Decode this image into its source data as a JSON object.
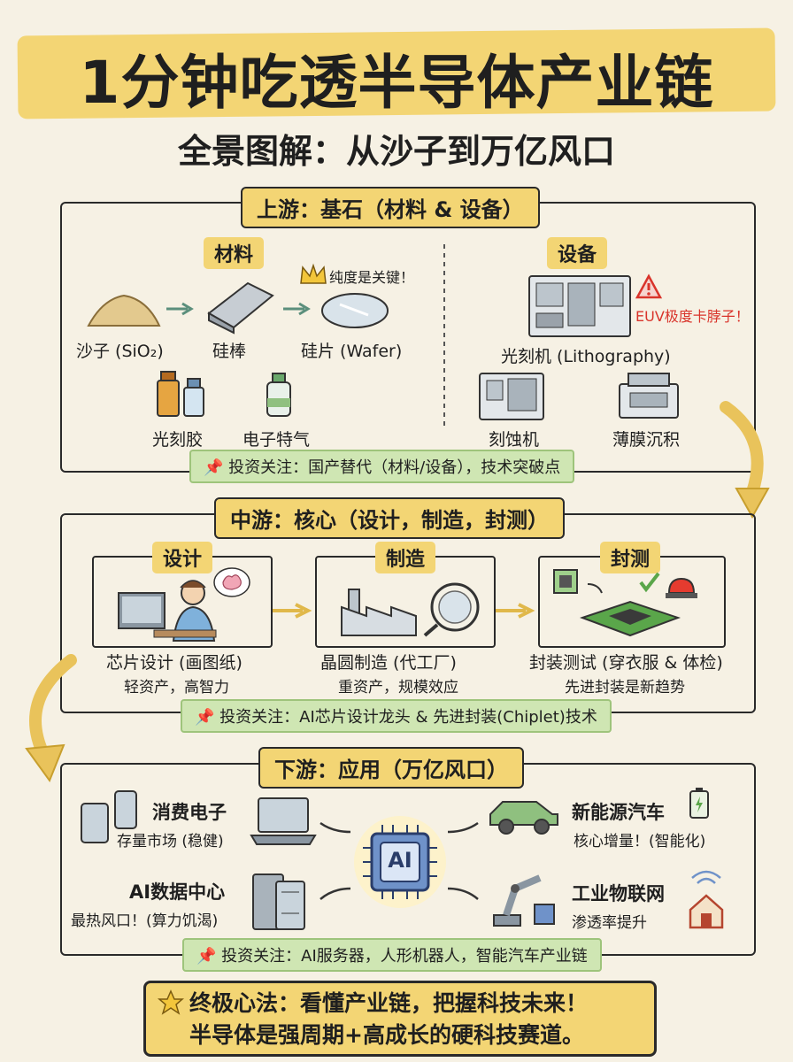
{
  "header": {
    "title": "1分钟吃透半导体产业链",
    "subtitle": "全景图解：从沙子到万亿风口"
  },
  "upstream": {
    "label": "上游：基石（材料 & 设备）",
    "materials": {
      "tag": "材料",
      "sand": "沙子 (SiO₂)",
      "rod": "硅棒",
      "wafer": "硅片 (Wafer)",
      "purity_note": "纯度是关键！",
      "photoresist": "光刻胶",
      "gas": "电子特气"
    },
    "equipment": {
      "tag": "设备",
      "litho": "光刻机 (Lithography)",
      "euv_note": "EUV极度卡脖子！",
      "etch": "刻蚀机",
      "deposition": "薄膜沉积"
    },
    "invest": "投资关注：国产替代（材料/设备），技术突破点"
  },
  "midstream": {
    "label": "中游：核心（设计，制造，封测）",
    "design": {
      "tag": "设计",
      "caption": "芯片设计 (画图纸)",
      "note": "轻资产，高智力"
    },
    "fab": {
      "tag": "制造",
      "caption": "晶圆制造 (代工厂)",
      "note": "重资产，规模效应"
    },
    "pack": {
      "tag": "封测",
      "caption": "封装测试 (穿衣服 & 体检)",
      "note": "先进封装是新趋势"
    },
    "invest": "投资关注：AI芯片设计龙头 & 先进封装(Chiplet)技术"
  },
  "downstream": {
    "label": "下游：应用（万亿风口）",
    "ai_chip": "AI",
    "consumer": {
      "title": "消费电子",
      "note": "存量市场 (稳健)"
    },
    "datacenter": {
      "title": "AI数据中心",
      "note": "最热风口！(算力饥渴)"
    },
    "ev": {
      "title": "新能源汽车",
      "note": "核心增量！(智能化)"
    },
    "iiot": {
      "title": "工业物联网",
      "note": "渗透率提升"
    },
    "invest": "投资关注：AI服务器，人形机器人，智能汽车产业链"
  },
  "footer": {
    "line1": "终极心法：看懂产业链，把握科技未来！",
    "line2": "半导体是强周期+高成长的硬科技赛道。"
  },
  "colors": {
    "accent_yellow": "#f3d574",
    "invest_green": "#cfe6b3",
    "warning_red": "#d9342b",
    "background": "#f6f1e4"
  }
}
